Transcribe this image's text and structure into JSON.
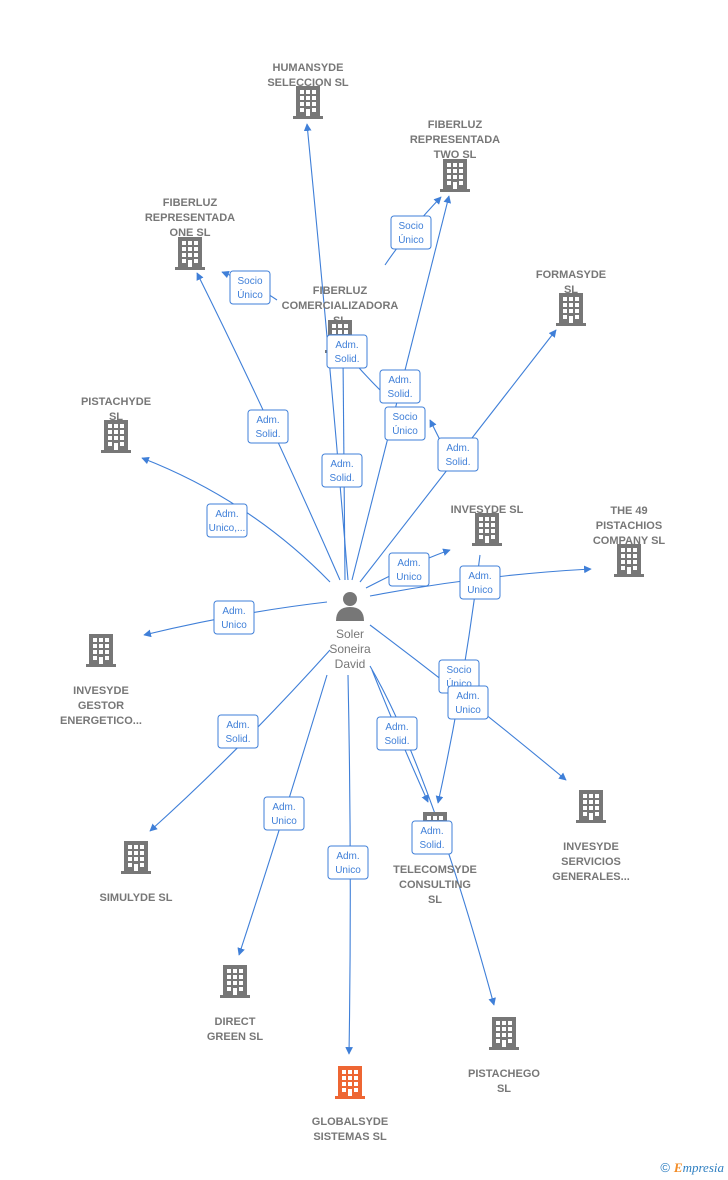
{
  "center": {
    "name": "Soler Soneira David",
    "lines": [
      "Soler",
      "Soneira",
      "David"
    ]
  },
  "colors": {
    "edge": "#3f7fd8",
    "building": "#777777",
    "building_focus": "#ee6633",
    "label": "#777777"
  },
  "nodes": [
    {
      "id": "humansyde",
      "lines": [
        "HUMANSYDE",
        "SELECCION  SL"
      ]
    },
    {
      "id": "fiberluz-two",
      "lines": [
        "FIBERLUZ",
        "REPRESENTADA",
        "TWO  SL"
      ]
    },
    {
      "id": "fiberluz-one",
      "lines": [
        "FIBERLUZ",
        "REPRESENTADA",
        "ONE  SL"
      ]
    },
    {
      "id": "fiberluz-comercializadora",
      "lines": [
        "FIBERLUZ",
        "COMERCIALIZADORA",
        "SL"
      ]
    },
    {
      "id": "formasyde",
      "lines": [
        "FORMASYDE",
        "SL"
      ]
    },
    {
      "id": "pistachyde",
      "lines": [
        "PISTACHYDE",
        "SL"
      ]
    },
    {
      "id": "invesyde",
      "lines": [
        "INVESYDE SL"
      ]
    },
    {
      "id": "the49",
      "lines": [
        "THE 49",
        "PISTACHIOS",
        "COMPANY  SL"
      ]
    },
    {
      "id": "invesyde-gestor",
      "lines": [
        "INVESYDE",
        "GESTOR",
        "ENERGETICO..."
      ]
    },
    {
      "id": "invesyde-servicios",
      "lines": [
        "INVESYDE",
        "SERVICIOS",
        "GENERALES..."
      ]
    },
    {
      "id": "telecomsyde",
      "lines": [
        "TELECOMSYDE",
        "CONSULTING",
        "SL"
      ]
    },
    {
      "id": "simulyde",
      "lines": [
        "SIMULYDE  SL"
      ]
    },
    {
      "id": "direct-green",
      "lines": [
        "DIRECT",
        "GREEN  SL"
      ]
    },
    {
      "id": "pistachego",
      "lines": [
        "PISTACHEGO",
        "SL"
      ]
    },
    {
      "id": "globalsyde",
      "lines": [
        "GLOBALSYDE",
        "SISTEMAS  SL"
      ],
      "focus": true
    }
  ],
  "relations": [
    {
      "id": "r-humansyde",
      "lines": [
        "Adm.",
        "Solid."
      ]
    },
    {
      "id": "r-fiberluz-two",
      "lines": [
        "Adm.",
        "Solid."
      ]
    },
    {
      "id": "r-fiberluz-one",
      "lines": [
        "Adm.",
        "Solid."
      ]
    },
    {
      "id": "r-comercializadora",
      "lines": [
        "Adm.",
        "Solid."
      ]
    },
    {
      "id": "r-socio-two",
      "lines": [
        "Socio",
        "Único"
      ]
    },
    {
      "id": "r-socio-one",
      "lines": [
        "Socio",
        "Único"
      ]
    },
    {
      "id": "r-socio-comercial",
      "lines": [
        "Socio",
        "Único"
      ]
    },
    {
      "id": "r-formasyde",
      "lines": [
        "Adm.",
        "Solid."
      ]
    },
    {
      "id": "r-pistachyde",
      "lines": [
        "Adm.",
        "Unico,..."
      ]
    },
    {
      "id": "r-invesyde",
      "lines": [
        "Adm.",
        "Unico"
      ]
    },
    {
      "id": "r-the49",
      "lines": [
        "Adm.",
        "Unico"
      ]
    },
    {
      "id": "r-gestor",
      "lines": [
        "Adm.",
        "Unico"
      ]
    },
    {
      "id": "r-socio-servicios",
      "lines": [
        "Socio",
        "Único"
      ]
    },
    {
      "id": "r-servicios",
      "lines": [
        "Adm.",
        "Unico"
      ]
    },
    {
      "id": "r-simulyde",
      "lines": [
        "Adm.",
        "Solid."
      ]
    },
    {
      "id": "r-telecomsyde",
      "lines": [
        "Adm.",
        "Solid."
      ]
    },
    {
      "id": "r-direct-green",
      "lines": [
        "Adm.",
        "Unico"
      ]
    },
    {
      "id": "r-globalsyde",
      "lines": [
        "Adm.",
        "Unico"
      ]
    },
    {
      "id": "r-pistachego",
      "lines": [
        "Adm.",
        "Solid."
      ]
    }
  ],
  "watermark": {
    "copyright": "©",
    "brand_first": "E",
    "brand_rest": "mpresia"
  }
}
